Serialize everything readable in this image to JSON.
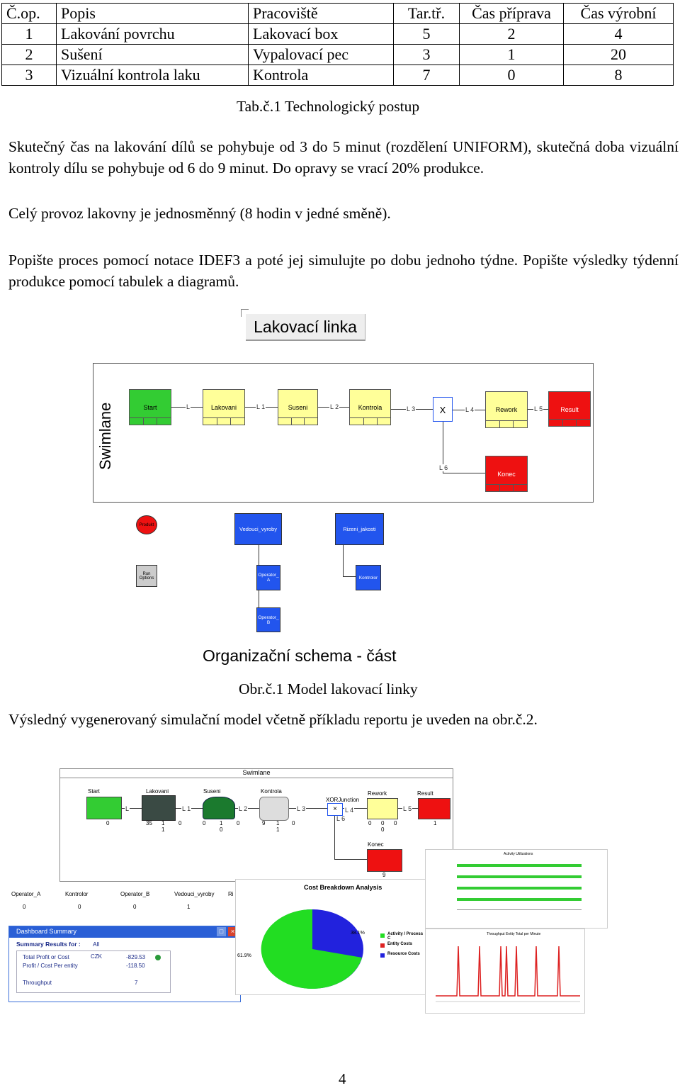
{
  "table": {
    "headers": [
      "Č.op.",
      "Popis",
      "Pracoviště",
      "Tar.tř.",
      "Čas příprava",
      "Čas výrobní"
    ],
    "rows": [
      [
        "1",
        "Lakování povrchu",
        "Lakovací box",
        "5",
        "2",
        "4"
      ],
      [
        "2",
        "Sušení",
        "Vypalovací pec",
        "3",
        "1",
        "20"
      ],
      [
        "3",
        "Vizuální kontrola laku",
        "Kontrola",
        "7",
        "0",
        "8"
      ]
    ],
    "caption": "Tab.č.1 Technologický postup"
  },
  "paragraphs": {
    "p1": "Skutečný čas na lakování dílů se pohybuje od 3 do 5 minut (rozdělení UNIFORM), skutečná doba vizuální kontroly dílu se pohybuje od 6 do 9 minut. Do opravy se vrací 20% produkce.",
    "p2": "Celý provoz lakovny je jednosměnný (8 hodin v jedné směně).",
    "p3": "Popište proces pomocí notace IDEF3 a poté jej simulujte po dobu jednoho týdne. Popište výsledky týdenní produkce pomocí tabulek a diagramů.",
    "p4": "Výsledný vygenerovaný simulační model včetně příkladu reportu je uveden na obr.č.2."
  },
  "diagram": {
    "title": "Lakovací linka",
    "swimlane": "Swimlane",
    "boxes": {
      "start": "Start",
      "lakovani": "Lakovani",
      "suseni": "Suseni",
      "kontrola": "Kontrola",
      "junction": "X",
      "rework": "Rework",
      "result": "Result",
      "konec": "Konec"
    },
    "links": {
      "l": "L",
      "l1": "L 1",
      "l2": "L 2",
      "l3": "L 3",
      "l4": "L 4",
      "l5": "L 5",
      "l6": "L 6"
    },
    "colors": {
      "green": "#33cc33",
      "yellow": "#ffff99",
      "red": "#ee1111",
      "blue": "#2255ee"
    }
  },
  "org": {
    "produkt": "Produkt",
    "vedouci": "Vedouci_vyroby",
    "rizeni": "Rizeni_jakosti",
    "run": "Run Options",
    "opA": "Operator_ A",
    "kontrolor": "Kontrolor",
    "opB": "Operator_ B",
    "caption": "Organizační schema - část"
  },
  "fig1_caption": "Obr.č.1 Model lakovací linky",
  "sim": {
    "swimlane": "Swimlane",
    "labels": [
      "Start",
      "Lakovani",
      "Suseni",
      "Kontrola",
      "XORJunction",
      "Rework",
      "Result",
      "Konec"
    ],
    "links": [
      "L",
      "L 1",
      "L 2",
      "L 3",
      "L 4",
      "L 5",
      "L 6"
    ],
    "counts": {
      "start": "0",
      "lak_a": "35",
      "lak_b": "1",
      "lak_c": "1",
      "lak_d": "0",
      "sus_a": "0",
      "sus_b": "1",
      "sus_c": "0",
      "sus_d": "0",
      "kon_a": "9",
      "kon_b": "1",
      "kon_c": "1",
      "kon_d": "0",
      "rew_a": "0",
      "rew_b": "0",
      "rew_c": "0",
      "rew_d": "0",
      "res": "1",
      "konec": "9"
    },
    "resources": [
      {
        "name": "Operator_A",
        "val": "0"
      },
      {
        "name": "Kontrolor",
        "val": "0"
      },
      {
        "name": "Operator_B",
        "val": "0"
      },
      {
        "name": "Vedouci_vyroby",
        "val": "1"
      },
      {
        "name": "Ri",
        "val": ""
      }
    ],
    "dashboard": {
      "title": "Dashboard Summary",
      "summary_label": "Summary Results for :",
      "summary_value": "All",
      "rows": [
        {
          "label": "Total Profit or Cost",
          "unit": "CZK",
          "value": "-829.53"
        },
        {
          "label": "Profit / Cost Per entity",
          "unit": "",
          "value": "-118.50"
        },
        {
          "label": "Throughput",
          "unit": "",
          "value": "7"
        }
      ]
    },
    "cost": {
      "title": "Cost Breakdown Analysis",
      "legend": [
        "Activity / Process C",
        "Entity Costs",
        "Resource Costs"
      ],
      "pct_a": "38.1%",
      "pct_b": "61.9%"
    },
    "util_title": "Activity Utilizations",
    "throughput_title": "Throughput Entity Total per Minute"
  },
  "page_number": "4"
}
